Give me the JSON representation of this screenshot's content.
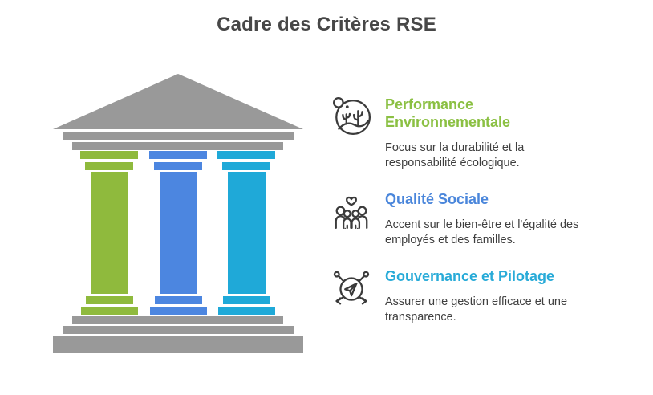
{
  "title": "Cadre des Critères RSE",
  "colors": {
    "structure_gray": "#999999",
    "title_text": "#474747",
    "body_text": "#3F3F3F",
    "icon_stroke": "#3B3B3B"
  },
  "temple": {
    "structure_color": "#999999",
    "pillars": [
      {
        "name": "environmental-pillar",
        "color": "#8FBA3D"
      },
      {
        "name": "social-pillar",
        "color": "#4C86E0"
      },
      {
        "name": "governance-pillar",
        "color": "#1FA9D8"
      }
    ]
  },
  "items": [
    {
      "icon": "eco-plants-icon",
      "heading": "Performance\nEnvironnementale",
      "color": "#8BC043",
      "body": "Focus sur la durabilité et la\nresponsabilité écologique."
    },
    {
      "icon": "family-heart-icon",
      "heading": "Qualité Sociale",
      "color": "#4A86DB",
      "body": "Accent sur le bien-être et l'égalité des\nemployés et des familles."
    },
    {
      "icon": "network-navigation-icon",
      "heading": "Gouvernance et Pilotage",
      "color": "#29ABD8",
      "body": "Assurer une gestion efficace et une\ntransparence."
    }
  ]
}
